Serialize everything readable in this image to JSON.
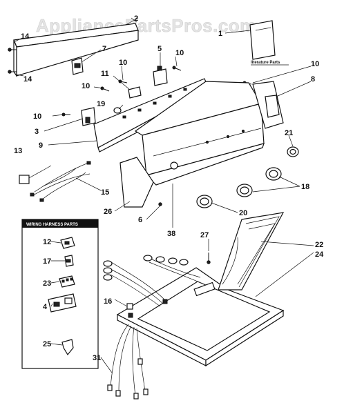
{
  "watermark": "AppliancePartsPros.com",
  "literature_label": "literature Parts",
  "wiring_box_title": "WIRING HARNESS PARTS",
  "callouts": {
    "c1": "1",
    "c2": "2",
    "c3": "3",
    "c4": "4",
    "c5": "5",
    "c6": "6",
    "c7": "7",
    "c8": "8",
    "c9": "9",
    "c10a": "10",
    "c10b": "10",
    "c10c": "10",
    "c10d": "10",
    "c10e": "10",
    "c11": "11",
    "c12": "12",
    "c13": "13",
    "c14a": "14",
    "c14b": "14",
    "c15": "15",
    "c16": "16",
    "c17": "17",
    "c18": "18",
    "c19": "19",
    "c20": "20",
    "c21": "21",
    "c22": "22",
    "c23": "23",
    "c24": "24",
    "c25": "25",
    "c26": "26",
    "c27": "27",
    "c31": "31",
    "c38": "38"
  }
}
